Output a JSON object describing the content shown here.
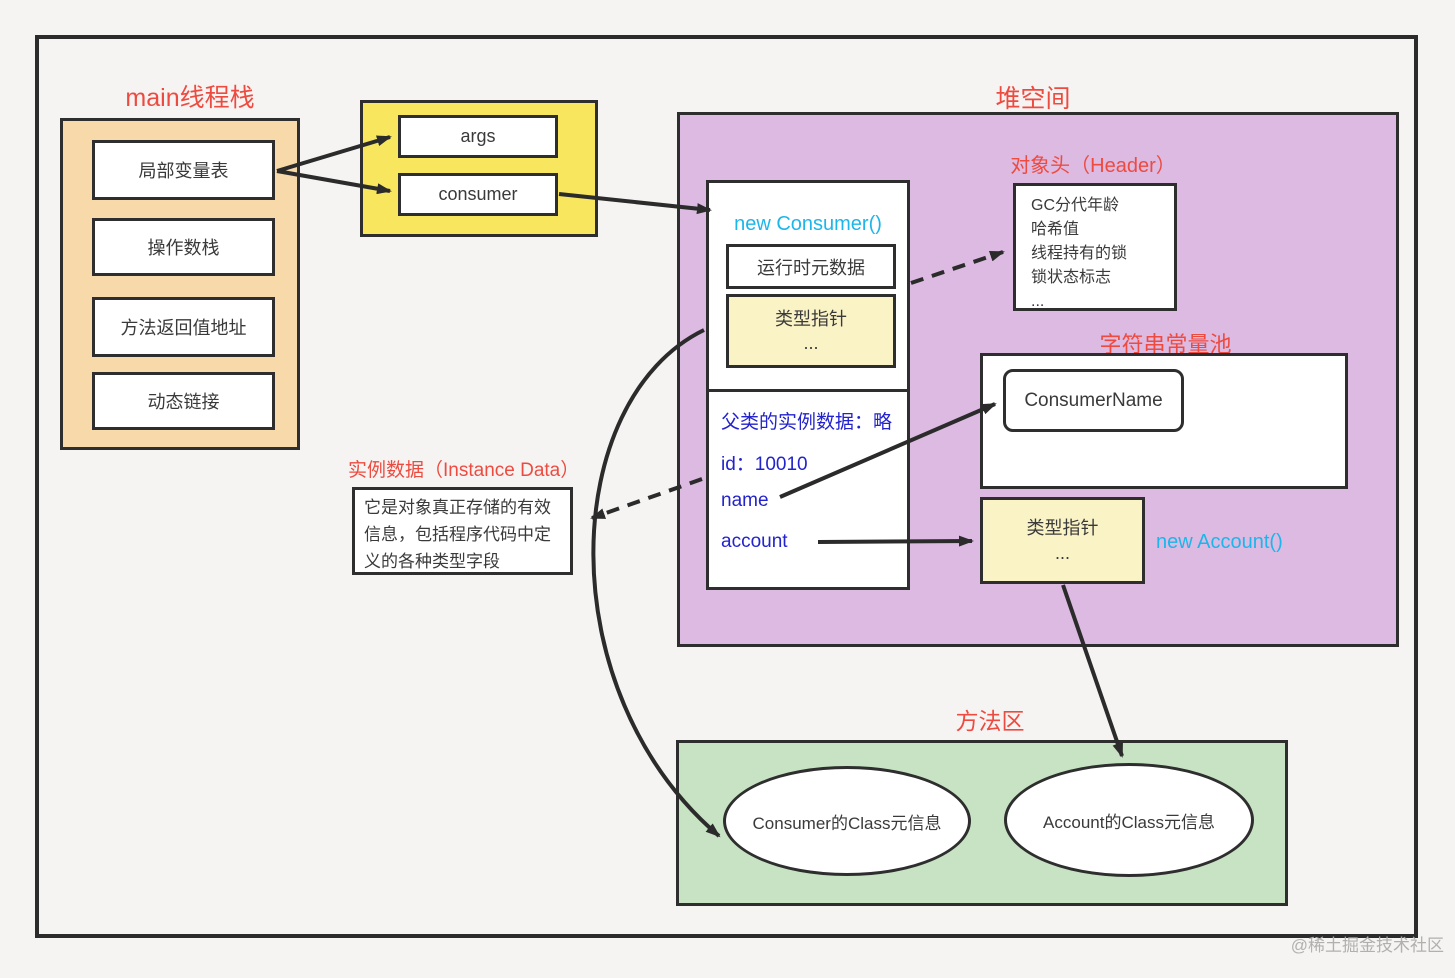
{
  "colors": {
    "red_label": "#ee4b40",
    "cyan_text": "#1db6ea",
    "blue_text": "#2323cd",
    "stack_fill": "#f8d9a9",
    "locals_fill": "#f8e75e",
    "heap_fill": "#dcbae1",
    "pale_yellow_fill": "#faf3c6",
    "method_fill": "#c8e3c4",
    "line_color": "#2b2b2b"
  },
  "stack": {
    "title": "main线程栈",
    "items": [
      "局部变量表",
      "操作数栈",
      "方法返回值地址",
      "动态链接"
    ]
  },
  "locals": {
    "items": [
      "args",
      "consumer"
    ]
  },
  "heap": {
    "title": "堆空间",
    "consumer_object": {
      "title": "new Consumer()",
      "runtime_meta": "运行时元数据",
      "type_pointer": "类型指针",
      "ellipsis": "...",
      "fields": [
        "父类的实例数据：略",
        "id：10010",
        "name",
        "account"
      ]
    },
    "header": {
      "title": "对象头（Header）",
      "lines": [
        "GC分代年龄",
        "哈希值",
        "线程持有的锁",
        "锁状态标志",
        "..."
      ]
    },
    "string_pool": {
      "title": "字符串常量池",
      "entry": "ConsumerName"
    },
    "account_pointer": {
      "label": "类型指针",
      "ellipsis": "...",
      "annotation": "new Account()"
    }
  },
  "instance_data": {
    "title": "实例数据（Instance Data）",
    "body": "它是对象真正存储的有效信息，包括程序代码中定义的各种类型字段"
  },
  "method_area": {
    "title": "方法区",
    "classes": [
      "Consumer的Class元信息",
      "Account的Class元信息"
    ]
  },
  "watermark": "@稀土掘金技术社区"
}
